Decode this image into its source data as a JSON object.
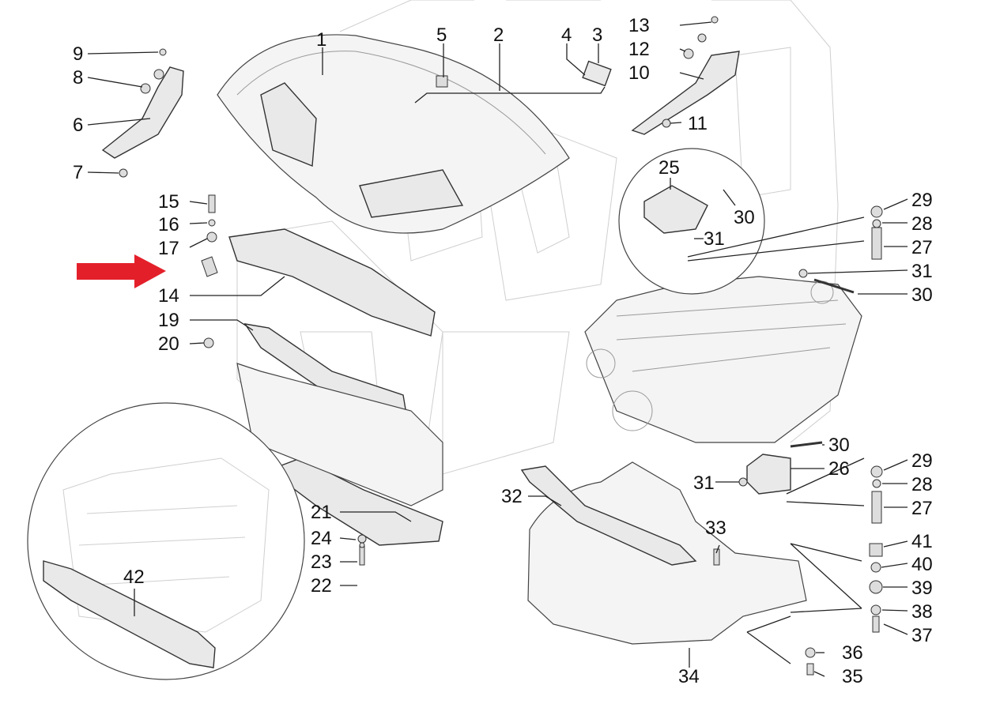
{
  "diagram": {
    "callouts": [
      "1",
      "2",
      "3",
      "4",
      "5",
      "6",
      "7",
      "8",
      "9",
      "10",
      "11",
      "12",
      "13",
      "14",
      "15",
      "16",
      "17",
      "19",
      "20",
      "21",
      "22",
      "23",
      "24",
      "25",
      "26",
      "27",
      "28",
      "29",
      "30",
      "31",
      "32",
      "33",
      "34",
      "35",
      "36",
      "37",
      "38",
      "39",
      "40",
      "41",
      "42"
    ],
    "callouts_repeat": {
      "r27": "27",
      "r28": "28",
      "r29": "29",
      "r30": "30",
      "r30b": "30",
      "r31": "31",
      "r31b": "31"
    },
    "arrow_color": "#e3202a",
    "line_color": "#222222"
  }
}
